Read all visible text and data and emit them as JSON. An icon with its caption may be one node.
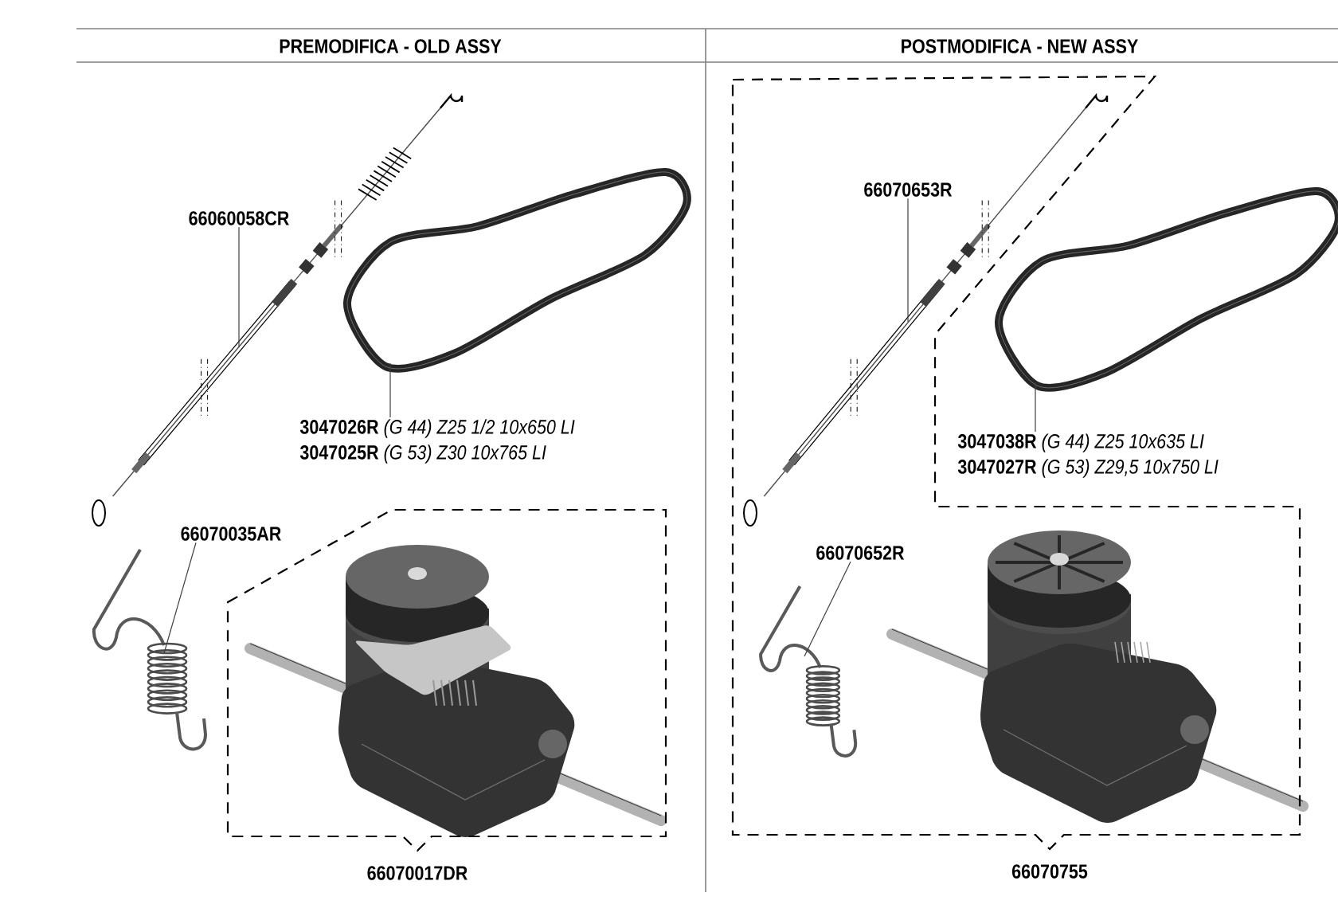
{
  "diagram": {
    "nodes": [
      {
        "text": [
          "66060058CR"
        ]
      },
      {
        "text": [],
        "shape": "picture"
      },
      {
        "text": [
          "**3047026R** *(G 44)  Z25 1/2 10x650 LI*",
          "**3047025R** *(G 53)  Z30 10x765 LI*"
        ]
      },
      {
        "text": [],
        "shape": "picture"
      },
      {
        "text": [
          "66070035AR"
        ]
      },
      {
        "text": [],
        "shape": "picture"
      },
      {
        "text": [
          "66070017DR"
        ]
      },
      {
        "text": [
          "66070755"
        ]
      },
      {
        "text": [
          "66070653R"
        ],
        "in": 7
      },
      {
        "text": [],
        "shape": "picture",
        "in": 7
      },
      {
        "text": [
          "**3047038R** *(G 44)  Z25 10x635 LI*",
          "**3047027R** *(G 53)  Z29,5 10x750 LI*"
        ]
      },
      {
        "text": [],
        "shape": "picture"
      },
      {
        "text": [
          "66070652R"
        ],
        "in": 7
      },
      {
        "text": [],
        "shape": "picture",
        "in": 7
      }
    ],
    "edges": [
      {
        "from": 0,
        "to": 1,
        "arrow": "none"
      },
      {
        "from": 2,
        "to": 3,
        "arrow": "none"
      },
      {
        "from": 4,
        "to": 5,
        "arrow": "none"
      },
      {
        "from": 8,
        "to": 9,
        "arrow": "none"
      },
      {
        "from": 10,
        "to": 11,
        "arrow": "none"
      },
      {
        "from": 12,
        "to": 13,
        "arrow": "none"
      }
    ],
    "labels": [
      "PREMODIFICA - OLD ASSY",
      "POSTMODIFICA - NEW ASSY"
    ]
  }
}
